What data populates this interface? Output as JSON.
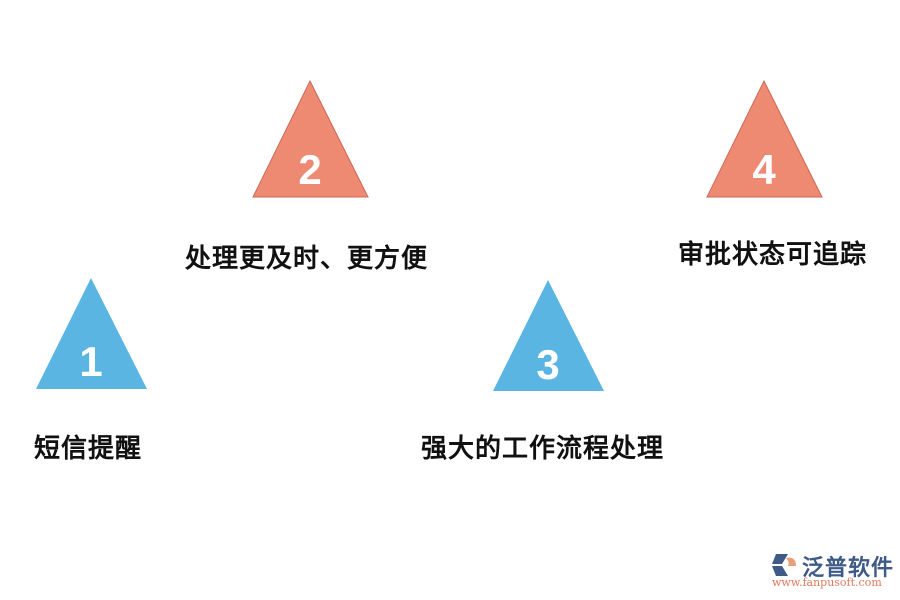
{
  "colors": {
    "blue": "#5ab5e3",
    "salmon": "#ef8a72",
    "salmon_stroke": "#c96a56",
    "text": "#111111"
  },
  "items": [
    {
      "number": "1",
      "label": "短信提醒",
      "color": "blue"
    },
    {
      "number": "2",
      "label": "处理更及时、更方便",
      "color": "salmon"
    },
    {
      "number": "3",
      "label": "强大的工作流程处理",
      "color": "blue"
    },
    {
      "number": "4",
      "label": "审批状态可追踪",
      "color": "salmon"
    }
  ],
  "logo": {
    "name": "泛普软件",
    "url": "www.fanpusoft.com"
  }
}
